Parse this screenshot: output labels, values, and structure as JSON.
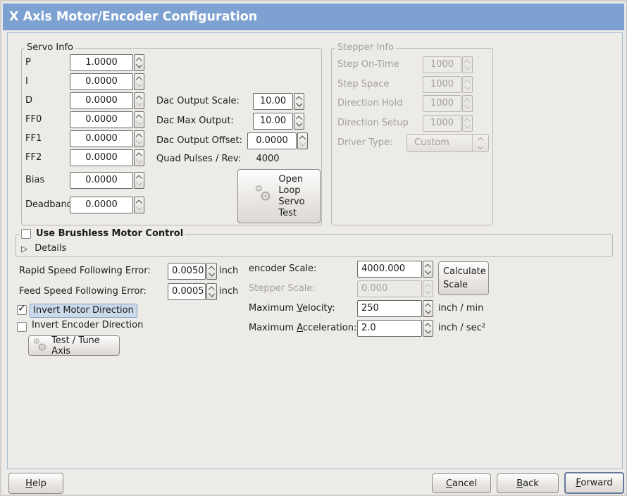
{
  "window": {
    "title": "X Axis Motor/Encoder Configuration"
  },
  "icons": {
    "check": "✓",
    "gear": "⚙",
    "expander": "▷"
  },
  "colors": {
    "titlebar_bg": "#7da1d1",
    "titlebar_text": "#ffffff",
    "window_bg": "#edebe8",
    "content_border": "#a3bbd4",
    "focus_label_bg": "#cbd9ea",
    "focus_label_border": "#86a3c3",
    "disabled_text": "#a3a09b"
  },
  "servo_info": {
    "legend": "Servo Info",
    "pid_rows": [
      {
        "label": "P",
        "value": "1.0000"
      },
      {
        "label": "I",
        "value": "0.0000"
      },
      {
        "label": "D",
        "value": "0.0000"
      },
      {
        "label": "FF0",
        "value": "0.0000"
      },
      {
        "label": "FF1",
        "value": "0.0000"
      },
      {
        "label": "FF2",
        "value": "0.0000"
      },
      {
        "label": "Bias",
        "value": "0.0000"
      },
      {
        "label": "Deadband",
        "value": "0.0000"
      }
    ],
    "dac_rows": [
      {
        "label": "Dac Output Scale:",
        "value": "10.00"
      },
      {
        "label": "Dac Max Output:",
        "value": "10.00"
      },
      {
        "label": "Dac Output Offset:",
        "value": "0.0000"
      }
    ],
    "quad_label": "Quad Pulses / Rev:",
    "quad_value": "4000",
    "open_loop_lines": [
      "Open",
      "Loop",
      "Servo",
      "Test"
    ]
  },
  "stepper_info": {
    "legend": "Stepper Info",
    "rows": [
      {
        "label": "Step On-Time",
        "value": "1000"
      },
      {
        "label": "Step Space",
        "value": "1000"
      },
      {
        "label": "Direction Hold",
        "value": "1000"
      },
      {
        "label": "Direction Setup",
        "value": "1000"
      }
    ],
    "driver_type_label": "Driver Type:",
    "driver_type_value": "Custom"
  },
  "brushless": {
    "checkbox_label": "Use Brushless Motor Control",
    "details_label": "Details"
  },
  "following": {
    "rapid_label": "Rapid Speed Following Error:",
    "rapid_value": "0.0050",
    "rapid_unit": "inch",
    "feed_label": "Feed Speed Following Error:",
    "feed_value": "0.0005",
    "feed_unit": "inch"
  },
  "scales": {
    "encoder_label": "encoder Scale:",
    "encoder_value": "4000.000",
    "calc_lines": [
      "Calculate",
      "Scale"
    ],
    "stepper_label": "Stepper Scale:",
    "stepper_value": "0.000",
    "velocity_label": {
      "pre": "Maximum ",
      "mn": "V",
      "post": "elocity:"
    },
    "velocity_value": "250",
    "velocity_unit": "inch / min",
    "accel_label": {
      "pre": "Maximum ",
      "mn": "A",
      "post": "cceleration:"
    },
    "accel_value": "2.0",
    "accel_unit": "inch / sec²"
  },
  "direction": {
    "invert_motor_label": "Invert Motor Direction",
    "invert_encoder_label": "Invert Encoder Direction",
    "test_tune_label": "Test / Tune Axis"
  },
  "footer": {
    "help": {
      "mn": "H",
      "post": "elp"
    },
    "cancel": {
      "mn": "C",
      "post": "ancel"
    },
    "back": {
      "mn": "B",
      "post": "ack"
    },
    "forward": {
      "mn": "F",
      "post": "orward"
    }
  }
}
